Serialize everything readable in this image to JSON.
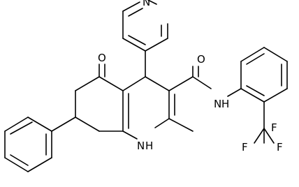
{
  "molecule": {
    "atom_labels": {
      "carbonyl_oxygen": "O",
      "amide_oxygen": "O",
      "amide_nh": "N",
      "amide_h": "H",
      "pyridine_n": "N",
      "ring_h": "H",
      "ring_n": "N",
      "fluorine_top": "F",
      "fluorine_left": "F",
      "fluorine_right": "F"
    }
  }
}
